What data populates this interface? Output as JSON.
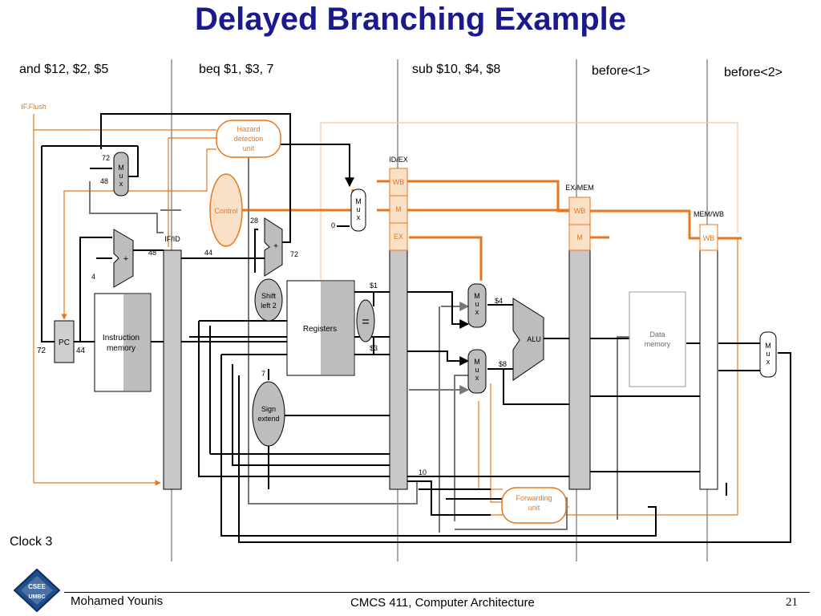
{
  "title": "Delayed Branching Example",
  "instructions": [
    "and $12, $2, $5",
    "beq  $1, $3, 7",
    "sub $10, $4, $8",
    "before<1>",
    "before<2>"
  ],
  "clock": "Clock 3",
  "footer": {
    "author": "Mohamed Younis",
    "course": "CMCS 411, Computer Architecture",
    "page": "21",
    "logo_text": [
      "CSEE",
      "UMBC"
    ]
  },
  "colors": {
    "title": "#1a1a8c",
    "control": "#e8761a",
    "pipeline_reg": "#c8c8c8",
    "fill_orange": "#fbe0c8"
  },
  "diagram": {
    "if_flush": "IF.Flush",
    "hazard_unit": [
      "Hazard",
      "detection",
      "unit"
    ],
    "control": "Control",
    "forwarding_unit": [
      "Forwarding",
      "unit"
    ],
    "registers": "Registers",
    "instruction_memory": [
      "Instruction",
      "memory"
    ],
    "data_memory": [
      "Data",
      "memory"
    ],
    "pc": "PC",
    "alu": "ALU",
    "shift_left": [
      "Shift",
      "left 2"
    ],
    "sign_extend": [
      "Sign",
      "extend"
    ],
    "equals": "=",
    "mux_letters": [
      "M",
      "u",
      "x"
    ],
    "adder": "+",
    "stage_labels": {
      "if_id": "IF/ID",
      "id_ex": "ID/EX",
      "ex_mem": "EX/MEM",
      "mem_wb": "MEM/WB"
    },
    "ctrl_fields": {
      "wb": "WB",
      "m": "M",
      "ex": "EX"
    },
    "values": {
      "pc_in": "72",
      "pc_out": "44",
      "mux_top": "72",
      "mux_bot": "48",
      "adder_const": "4",
      "if_id_48": "48",
      "if_id_44": "44",
      "branch_72": "72",
      "shift_28": "28",
      "reg_1": "$1",
      "reg_3": "$3",
      "imm_7": "7",
      "mux_zero": "0",
      "reg_4": "$4",
      "reg_8": "$8",
      "dest_10": "10"
    }
  }
}
